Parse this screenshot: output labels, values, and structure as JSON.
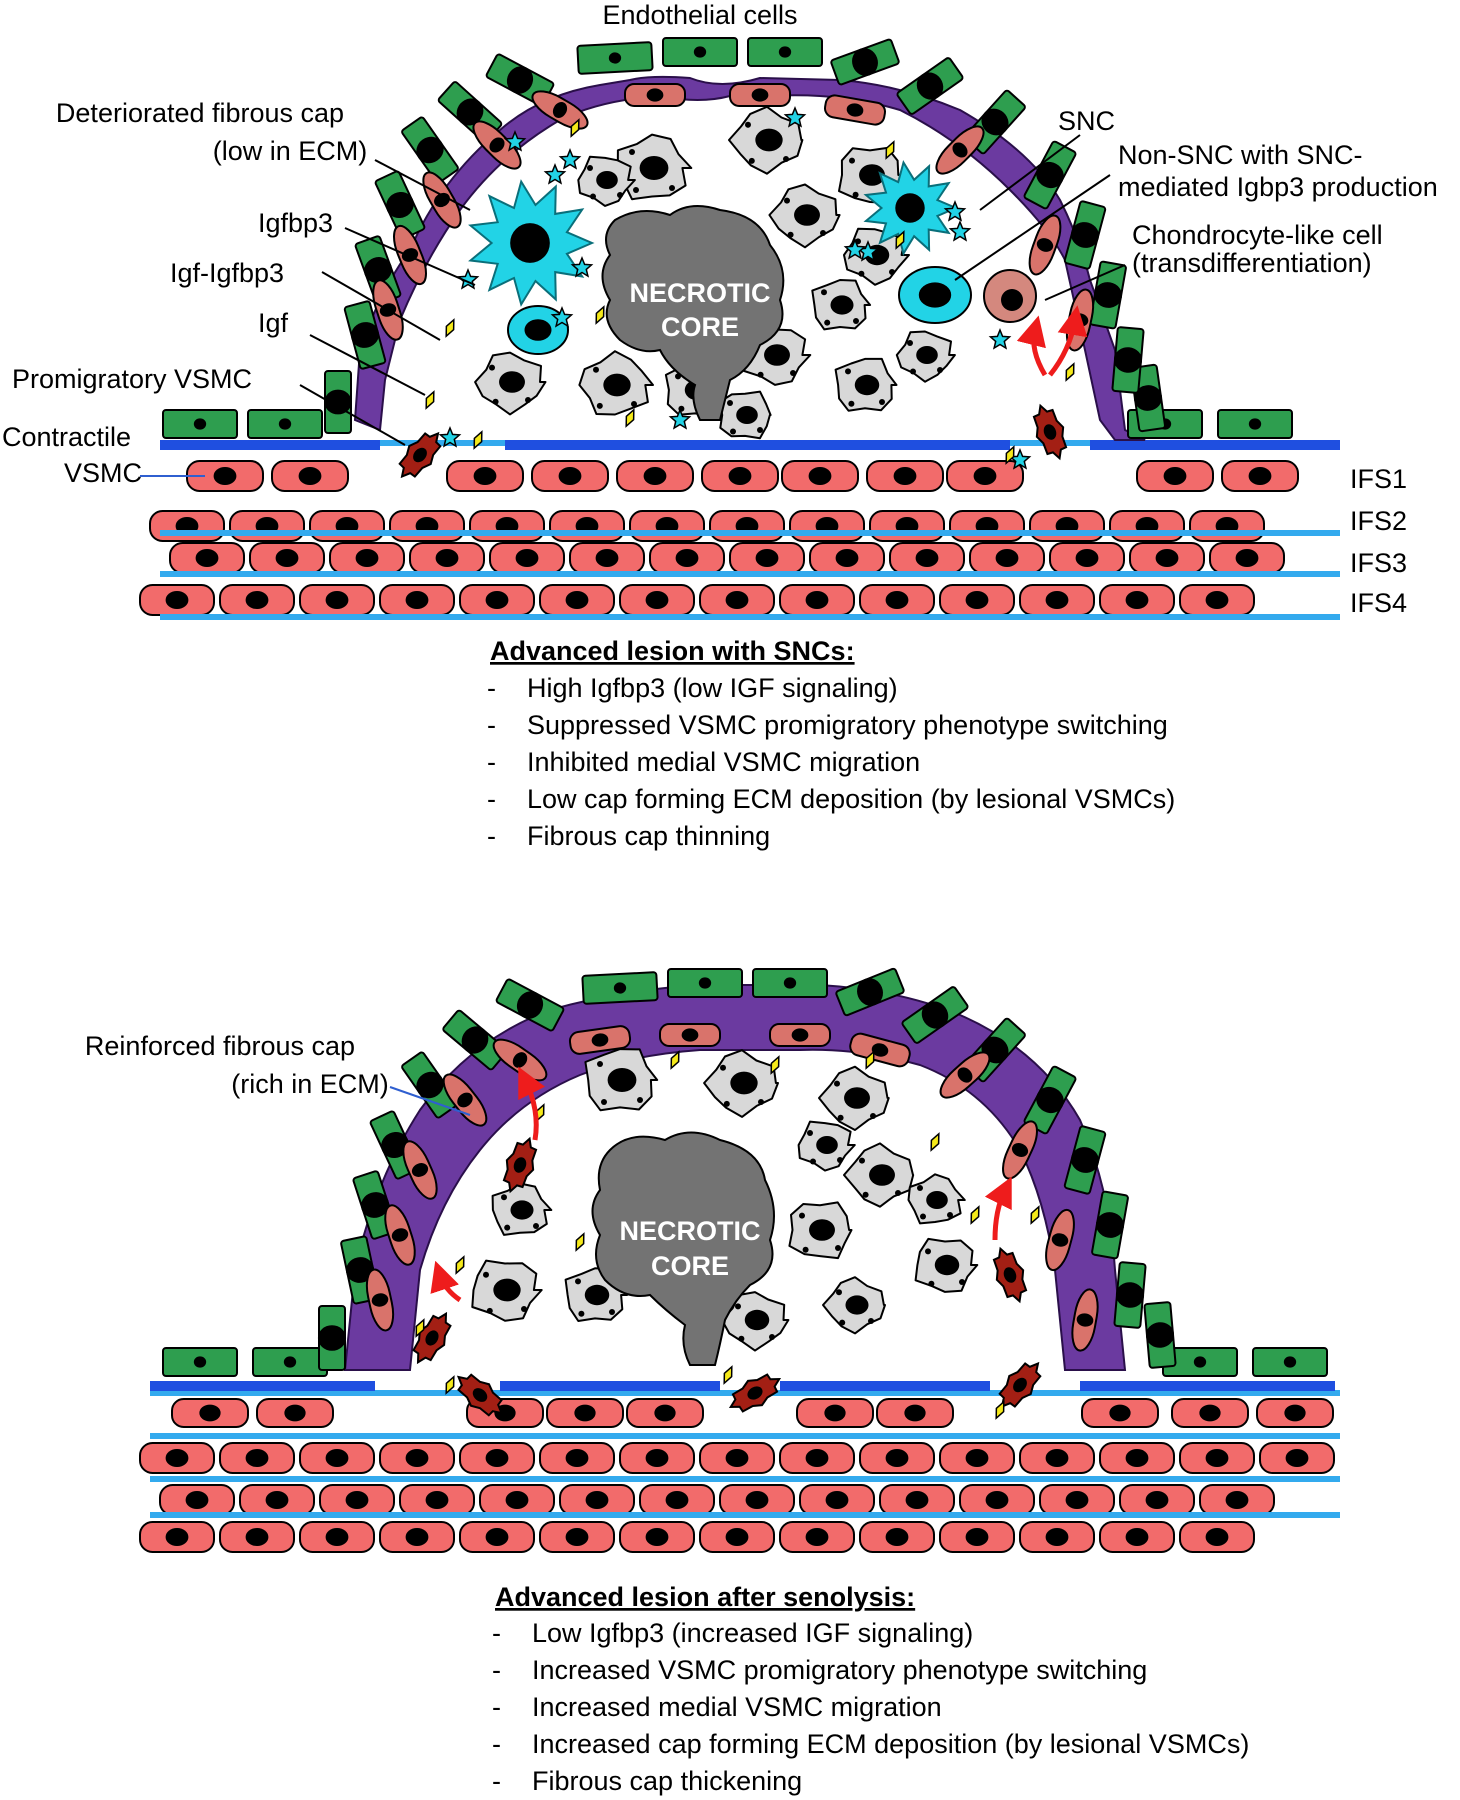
{
  "panel_top": {
    "labels": {
      "endothelial": "Endothelial cells",
      "cap_line1": "Deteriorated fibrous cap",
      "cap_line2": "(low in ECM)",
      "igfbp3": "Igfbp3",
      "igf_igfbp3": "Igf-Igfbp3",
      "igf": "Igf",
      "promigratory": "Promigratory VSMC",
      "contractile_line1": "Contractile",
      "contractile_line2": "VSMC",
      "snc": "SNC",
      "nonsnc_line1": "Non-SNC with SNC-",
      "nonsnc_line2": "mediated Igbp3 production",
      "chondro_line1": "Chondrocyte-like cell",
      "chondro_line2": "(transdifferentiation)",
      "core_line1": "NECROTIC",
      "core_line2": "CORE",
      "ifs1": "IFS1",
      "ifs2": "IFS2",
      "ifs3": "IFS3",
      "ifs4": "IFS4"
    },
    "title": "Advanced lesion with SNCs:",
    "bullets": [
      "High Igfbp3 (low IGF signaling)",
      "Suppressed VSMC promigratory phenotype switching",
      "Inhibited medial VSMC migration",
      "Low cap forming ECM deposition (by lesional VSMCs)",
      "Fibrous cap thinning"
    ]
  },
  "panel_bottom": {
    "labels": {
      "cap_line1": "Reinforced fibrous cap",
      "cap_line2": "(rich in ECM)",
      "core_line1": "NECROTIC",
      "core_line2": "CORE"
    },
    "title": "Advanced lesion after senolysis:",
    "bullets": [
      "Low Igfbp3 (increased IGF signaling)",
      "Increased VSMC promigratory phenotype switching",
      "Increased medial VSMC migration",
      "Increased cap forming ECM deposition (by lesional VSMCs)",
      "Fibrous cap thickening"
    ]
  },
  "bullet_marker": "-",
  "colors": {
    "endothelial": "#2e9e4f",
    "vsmc": "#f26b6b",
    "lesional_vsmc": "#d9736b",
    "cap": "#6b3aa0",
    "snc": "#22d3e6",
    "macrophage": "#d8d8d8",
    "necrotic_core": "#737373",
    "promigratory": "#a31f14",
    "lamina_dark": "#1f4fe0",
    "lamina_light": "#33aaee",
    "arrow": "#ee1c1c",
    "igf": "#f5e91a"
  }
}
